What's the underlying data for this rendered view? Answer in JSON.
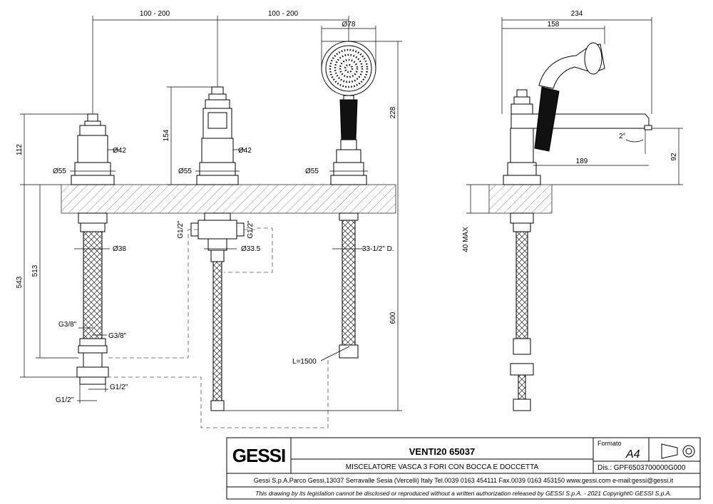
{
  "dimensions": {
    "spacing_left": "100 - 200",
    "spacing_right": "100 - 200",
    "shower_dia": "Ø78",
    "side_overall": "234",
    "side_body": "158",
    "h_left": "112",
    "h_mid": "154",
    "h_shower": "228",
    "body_dia_left": "Ø42",
    "body_dia_mid": "Ø42",
    "base_dia_left": "Ø55",
    "base_dia_mid": "Ø55",
    "base_dia_shower": "Ø55",
    "angle": "2°",
    "reach": "189",
    "spout_h": "92",
    "deck_max": "40 MAX",
    "l513": "513",
    "l543": "543",
    "l600": "600",
    "d38": "Ø38",
    "d335": "Ø33.5",
    "hose_d": "33-1/2\" D.",
    "thread_g12_a": "G1/2\"",
    "thread_g12_b": "G1/2\"",
    "thread_g38_a": "G3/8\"",
    "thread_g38_b": "G3/8\"",
    "thread_g12_c": "G1/2\"",
    "thread_g12_d": "G1/2\"",
    "hose_len": "L=1500"
  },
  "title_block": {
    "logo": "GESSI",
    "model": "VENTI20 65037",
    "description": "MISCELATORE VASCA 3 FORI CON BOCCA E DOCCETTA",
    "format_label": "Formato",
    "format_value": "A4",
    "drawing_no": "Dis.: GPF6503700000G000",
    "company": "Gessi S.p.A.Parco Gessi,13037 Serravalle Sesia (Vercelli) Italy Tel.0039 0163 454111 Fax.0039 0163 453150 www.gessi.com e-mail:gessi@gessi.it",
    "legal": "This drawing by its legislation cannot be disclosed or reproduced without a written authorization released by GESSI S.p.A. - 2021 Copyright© GESSI S.p.A."
  }
}
